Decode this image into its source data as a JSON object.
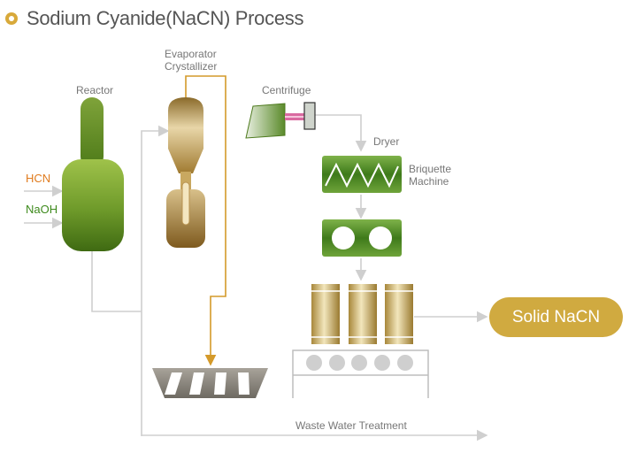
{
  "title": "Sodium Cyanide(NaCN) Process",
  "labels": {
    "reactor": "Reactor",
    "evaporator_line1": "Evaporator",
    "evaporator_line2": "Crystallizer",
    "centrifuge": "Centrifuge",
    "dryer": "Dryer",
    "briquette_line1": "Briquette",
    "briquette_line2": "Machine",
    "waste": "Waste Water Treatment"
  },
  "inputs": {
    "hcn": "HCN",
    "naoh": "NaOH"
  },
  "product": "Solid NaCN",
  "colors": {
    "accent": "#d8a93a",
    "green": "#5e8a1e",
    "gold": "#c9a24d",
    "orange_line": "#d49a2a",
    "arrow": "#cfcfcf"
  }
}
